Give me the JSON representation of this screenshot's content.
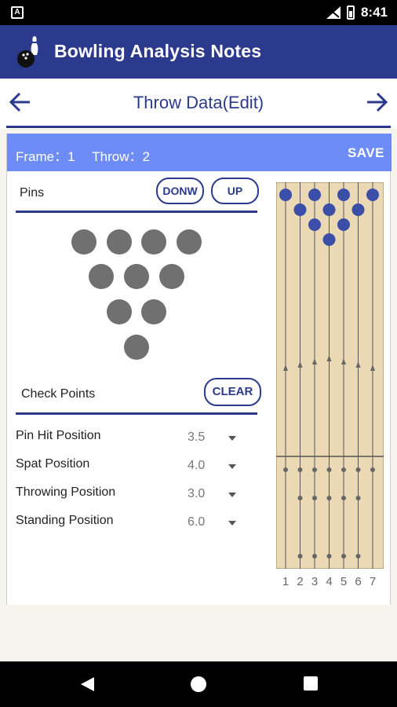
{
  "status_bar": {
    "time": "8:41",
    "left_icon": "A"
  },
  "app": {
    "title": "Bowling Analysis Notes",
    "logo_icon": "bowling-pin-ball-icon"
  },
  "nav": {
    "title": "Throw Data(Edit)",
    "back_icon": "arrow-left-icon",
    "forward_icon": "arrow-right-icon"
  },
  "card_header": {
    "frame_text": "Frame：1 　Throw：2",
    "save_label": "SAVE"
  },
  "pins_section": {
    "label": "Pins",
    "down_label": "DONW",
    "up_label": "UP"
  },
  "checkpoints_section": {
    "label": "Check Points",
    "clear_label": "CLEAR",
    "rows": [
      {
        "label": "Pin Hit Position",
        "value": "3.5"
      },
      {
        "label": "Spat Position",
        "value": "4.0"
      },
      {
        "label": "Throwing Position",
        "value": "3.0"
      },
      {
        "label": "Standing Position",
        "value": "6.0"
      }
    ]
  },
  "lane": {
    "board_numbers": [
      "1",
      "2",
      "3",
      "4",
      "5",
      "6",
      "7"
    ]
  },
  "colors": {
    "primary": "#2b3a8c",
    "header": "#6e8cf5",
    "pin_standing": "#707070",
    "lane_wood": "#ead9b4",
    "lane_pin": "#3b4ea8"
  }
}
